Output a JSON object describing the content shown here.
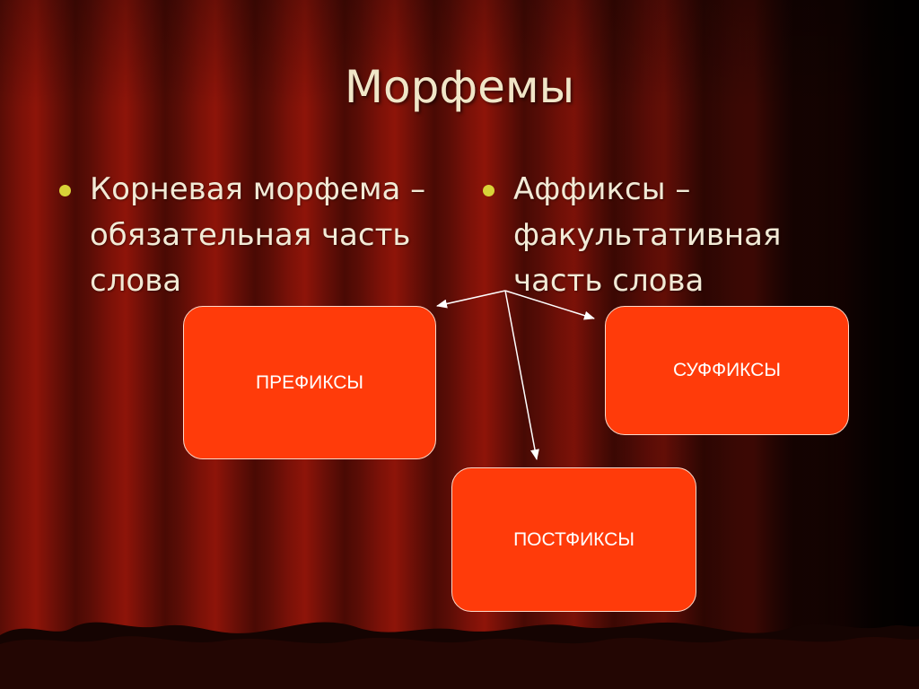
{
  "slide": {
    "title": "Морфемы",
    "bullets": [
      {
        "text": "Корневая морфема – обязательная часть слова"
      },
      {
        "text": "Аффиксы – факультативная часть слова"
      }
    ],
    "boxes": {
      "prefix": "ПРЕФИКСЫ",
      "suffix": "СУФФИКСЫ",
      "postfix": "ПОСТФИКСЫ"
    }
  },
  "colors": {
    "curtain_red": "#7a1108",
    "box_fill": "#ff3b0a",
    "bullet_dot": "#d8d338",
    "title_text": "#f0e6c8"
  }
}
